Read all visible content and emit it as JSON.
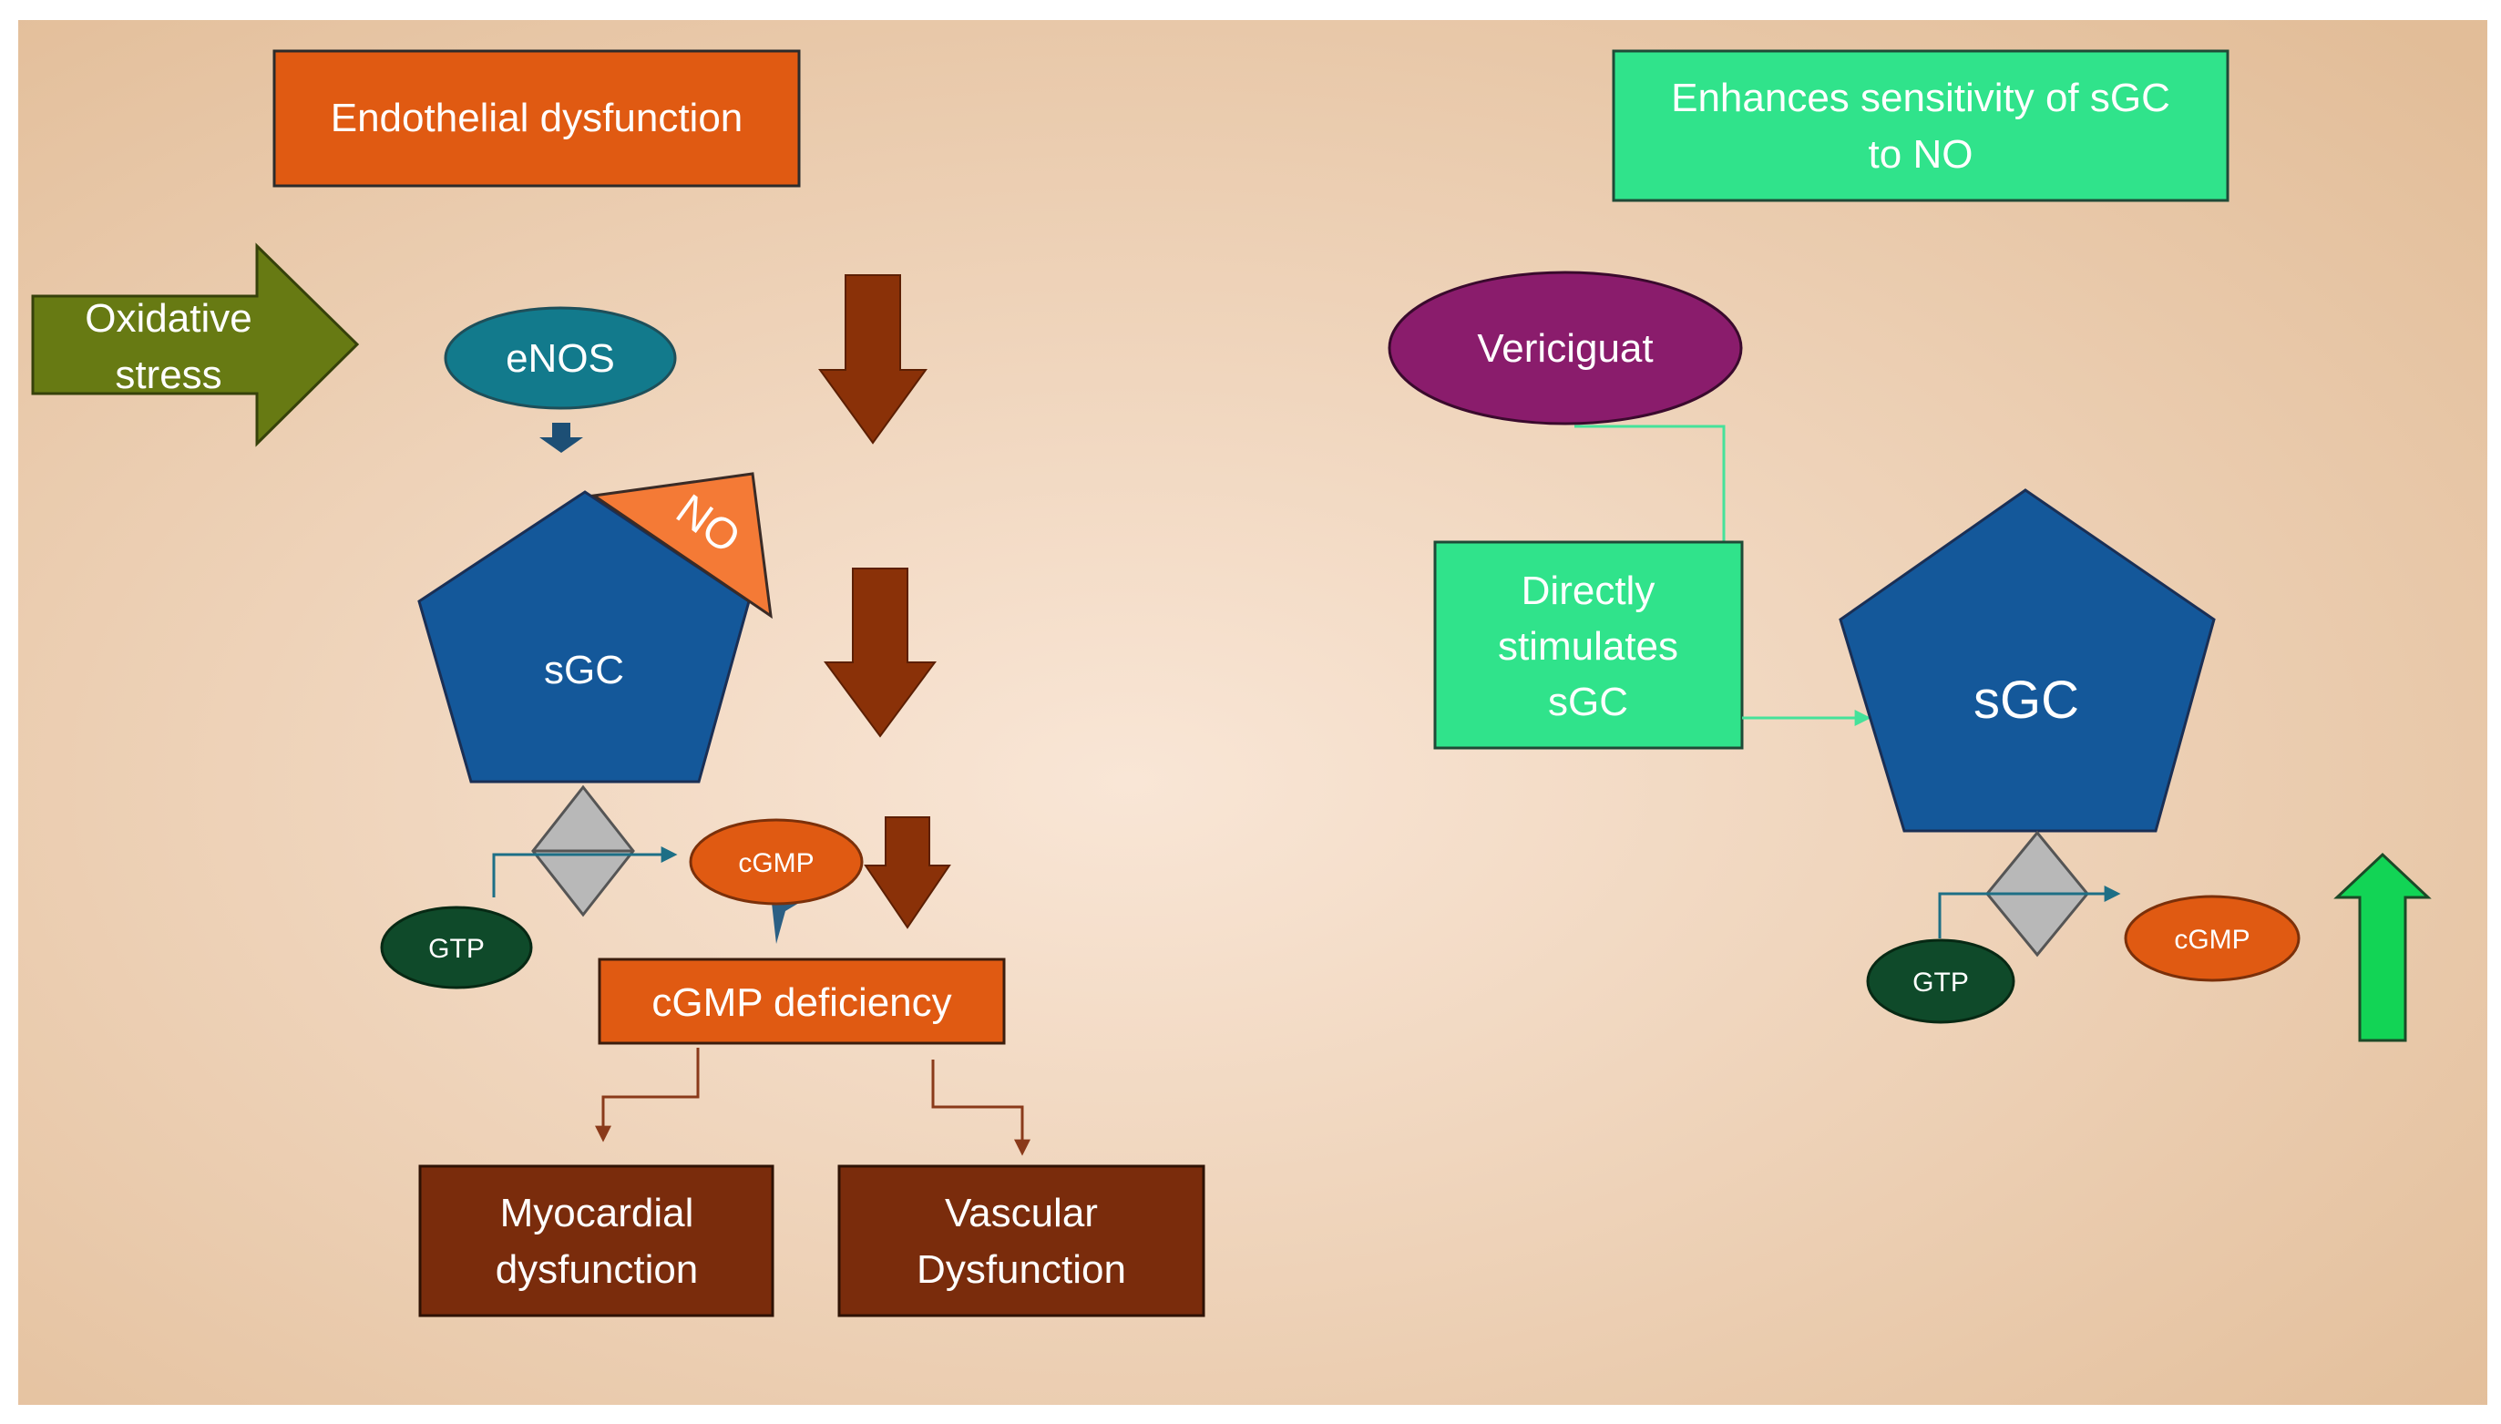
{
  "colors": {
    "bg_light": "#f9e6d6",
    "bg_dark": "#e2bd98",
    "orange": "#e05a12",
    "brown": "#8a3108",
    "dark_brown": "#7a2c0c",
    "olive": "#677a13",
    "teal": "#127a8c",
    "blue": "#14589a",
    "green_box": "#30e38b",
    "purple": "#8a1c6c",
    "dark_green": "#0f4a2a",
    "gray": "#b8b8b8",
    "no_orange": "#f47a36",
    "up_green": "#12d455",
    "connector_teal": "#1d6f86",
    "connector_brown": "#8a3a1a",
    "connector_green": "#45e29a"
  },
  "labels": {
    "endothelial": "Endothelial dysfunction",
    "enhances_line1": "Enhances sensitivity of sGC",
    "enhances_line2": "to NO",
    "oxidative_line1": "Oxidative",
    "oxidative_line2": "stress",
    "enos": "eNOS",
    "no": "NO",
    "sgc_left": "sGC",
    "sgc_right": "sGC",
    "cgmp_left": "cGMP",
    "cgmp_right": "cGMP",
    "gtp_left": "GTP",
    "gtp_right": "GTP",
    "cgmp_deficiency": "cGMP deficiency",
    "myocardial_line1": "Myocardial",
    "myocardial_line2": "dysfunction",
    "vascular_line1": "Vascular",
    "vascular_line2": "Dysfunction",
    "vericiguat": "Vericiguat",
    "directly_line1": "Directly",
    "directly_line2": "stimulates",
    "directly_line3": "sGC"
  }
}
